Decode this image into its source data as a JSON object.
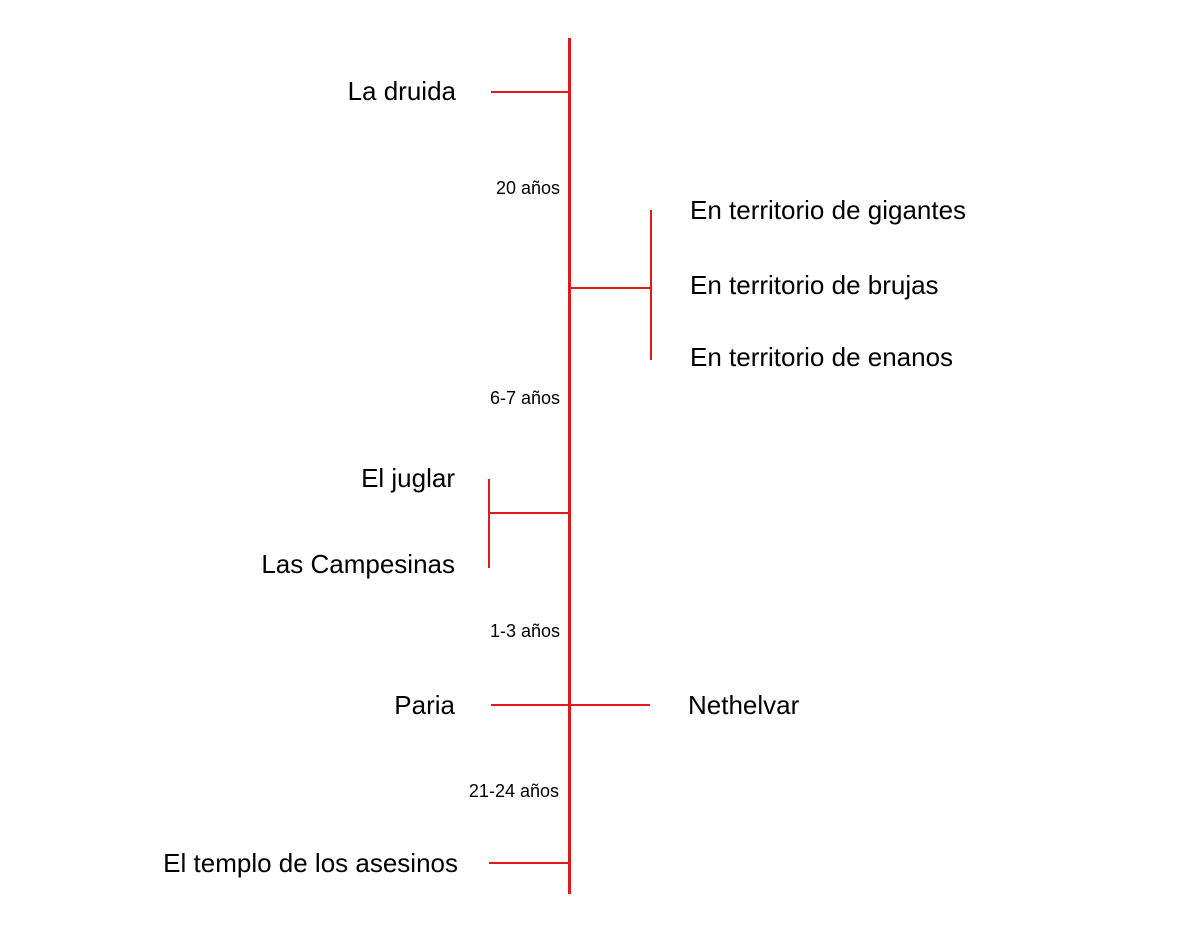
{
  "colors": {
    "line": "#e0191d",
    "text": "#000000",
    "background": "#ffffff"
  },
  "events": {
    "druida": "La druida",
    "gigantes": "En territorio de gigantes",
    "brujas": "En territorio de brujas",
    "enanos": "En territorio de enanos",
    "juglar": "El juglar",
    "campesinas": "Las Campesinas",
    "paria": "Paria",
    "nethelvar": "Nethelvar",
    "templo": "El templo de los asesinos"
  },
  "durations": {
    "d1": "20 años",
    "d2": "6-7 años",
    "d3": "1-3 años",
    "d4": "21-24 años"
  }
}
